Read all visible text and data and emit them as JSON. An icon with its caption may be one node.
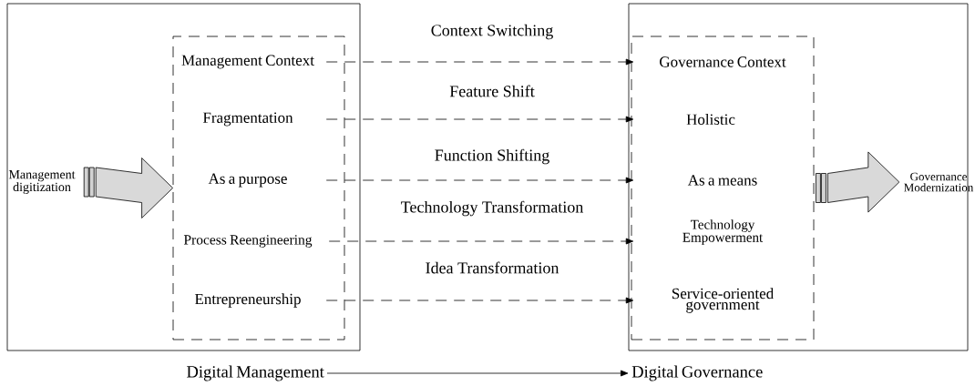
{
  "diagram": {
    "nodes": [
      {
        "text": [],
        "shape": "box"
      },
      {
        "text": [],
        "shape": "box",
        "in": 0
      },
      {
        "text": [
          "Management Context"
        ],
        "in": 1
      },
      {
        "text": [
          "Fragmentation"
        ],
        "in": 1
      },
      {
        "text": [
          "As a purpose"
        ],
        "in": 1
      },
      {
        "text": [
          "Process Reengineering"
        ],
        "in": 1
      },
      {
        "text": [
          "Entrepreneurship"
        ],
        "in": 1
      },
      {
        "text": [
          "Management digitization"
        ],
        "in": 0
      },
      {
        "text": [],
        "shape": "box"
      },
      {
        "text": [],
        "shape": "box",
        "in": 8
      },
      {
        "text": [
          "Governance Context"
        ],
        "in": 9
      },
      {
        "text": [
          "Holistic"
        ],
        "in": 9
      },
      {
        "text": [
          "As a means"
        ],
        "in": 9
      },
      {
        "text": [
          "Technology Empowerment"
        ],
        "in": 9
      },
      {
        "text": [
          "Service-oriented government"
        ],
        "in": 9
      },
      {
        "text": [
          "Governance Modernization"
        ]
      },
      {
        "text": [
          "Digital Management"
        ]
      },
      {
        "text": [
          "Digital Governance"
        ]
      }
    ],
    "edges": [
      {
        "from": 2,
        "to": 10,
        "arrow": "to",
        "label": "Context Switching",
        "style": "dashed"
      },
      {
        "from": 3,
        "to": 11,
        "arrow": "to",
        "label": "Feature Shift",
        "style": "dashed"
      },
      {
        "from": 4,
        "to": 12,
        "arrow": "to",
        "label": "Function Shifting",
        "style": "dashed"
      },
      {
        "from": 5,
        "to": 13,
        "arrow": "to",
        "label": "Technology Transformation",
        "style": "dashed"
      },
      {
        "from": 6,
        "to": 14,
        "arrow": "to",
        "label": "Idea Transformation",
        "style": "dashed"
      },
      {
        "from": 7,
        "to": 1,
        "arrow": "to",
        "style": "thick"
      },
      {
        "from": 9,
        "to": 15,
        "arrow": "to",
        "style": "thick"
      },
      {
        "from": 16,
        "to": 17,
        "arrow": "to"
      }
    ]
  }
}
